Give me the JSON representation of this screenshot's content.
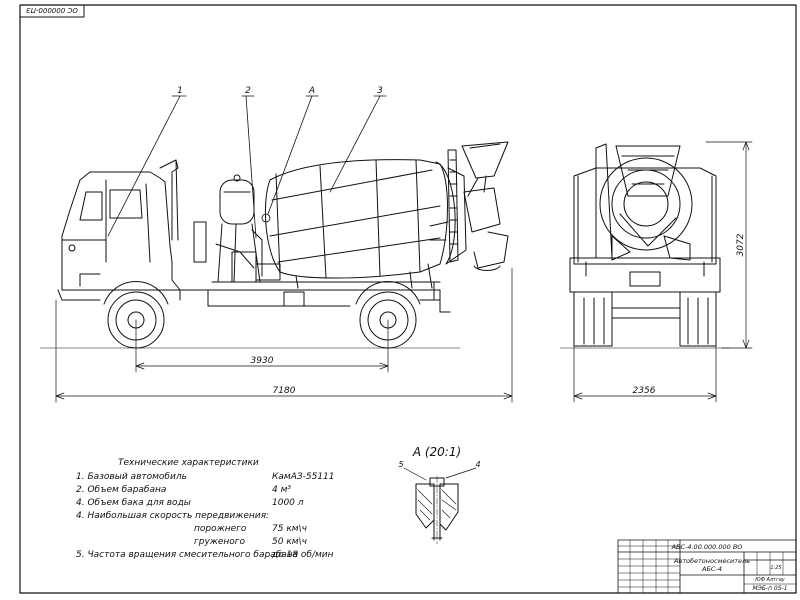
{
  "corner_stamp": "ОС 000000-ПЗ",
  "callouts": {
    "c1": "1",
    "c2": "2",
    "cA": "A",
    "c3": "3"
  },
  "dimensions": {
    "wheelbase": "3930",
    "length": "7180",
    "width": "2356",
    "height": "3072"
  },
  "detail": {
    "title": "A (20:1)",
    "c5": "5",
    "c4": "4"
  },
  "specs": {
    "title": "Технические характеристики",
    "rows": [
      {
        "label": "1. Базовый автомобиль",
        "value": "КамАЗ-55111"
      },
      {
        "label": "2. Объем барабана",
        "value": "4 м³"
      },
      {
        "label": "4. Объем бака для воды",
        "value": "1000 л"
      },
      {
        "label": "4. Наибольшая скорость передвижения:",
        "value": ""
      },
      {
        "label": "порожнего",
        "value": "75 км\\ч"
      },
      {
        "label": "груженого",
        "value": "50 км\\ч"
      },
      {
        "label": "5. Частота вращения смесительного барабана",
        "value": "до 18 об/мин"
      }
    ]
  },
  "title_block": {
    "doc_code": "АБС-4.00.000.000 ВО",
    "name_line1": "Автобетоносмеситель",
    "name_line2": "АБС-4",
    "scale": "1:25",
    "org": "ЮФ Алтгау",
    "group": "МЭБ-п 05-1"
  }
}
